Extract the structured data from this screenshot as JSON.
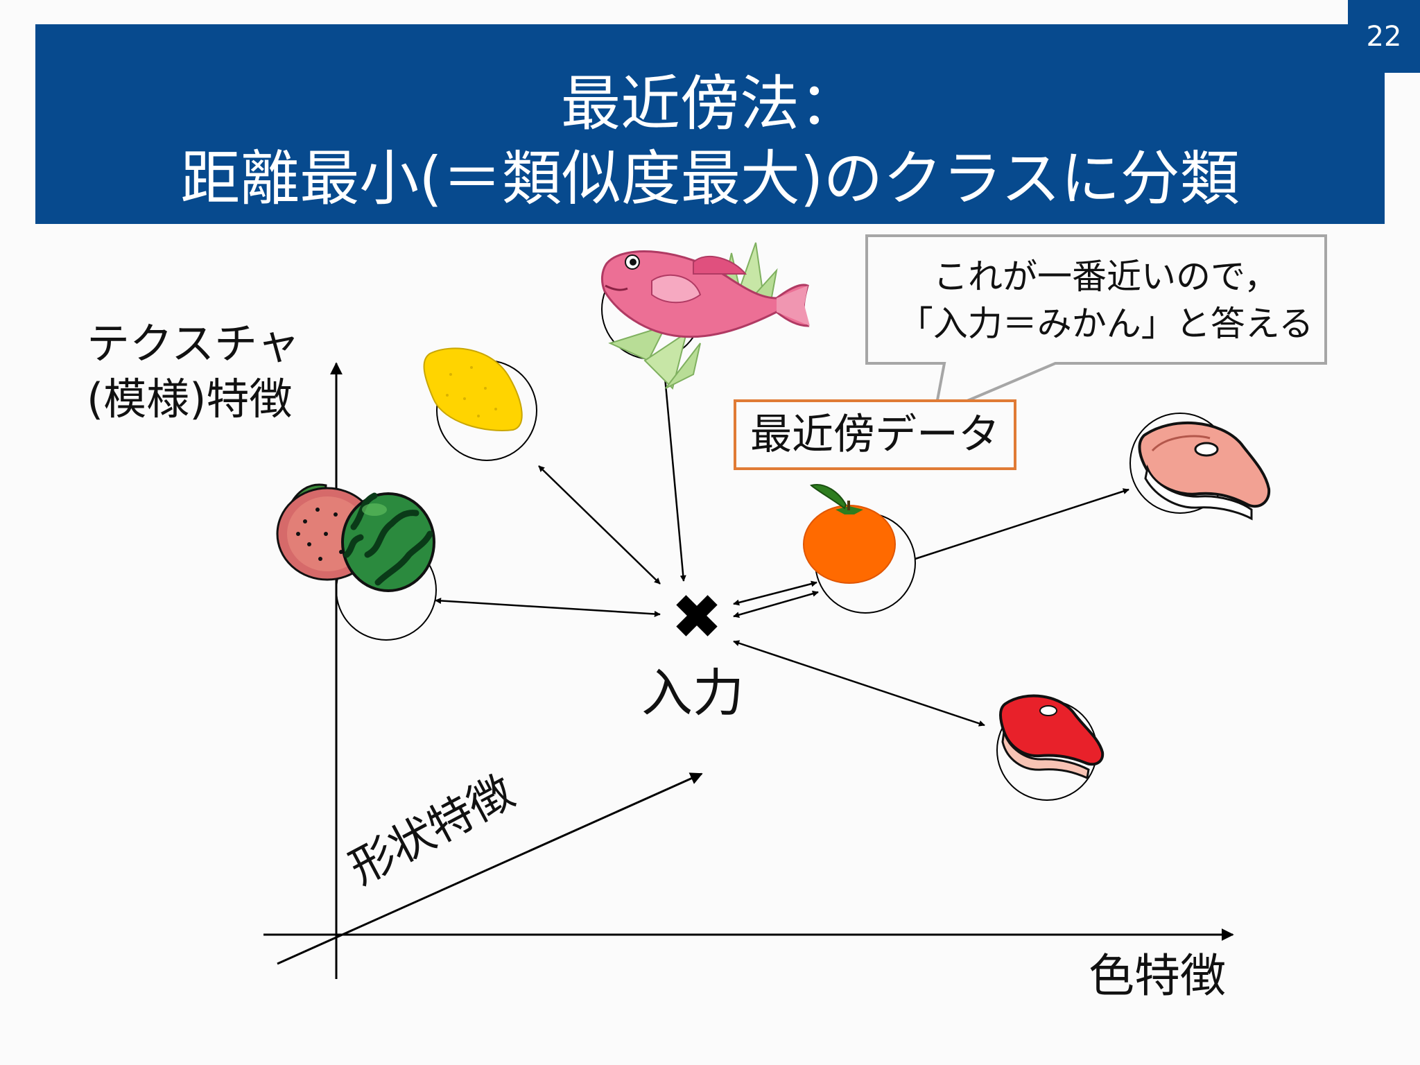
{
  "slide": {
    "page_number": "22",
    "title_line1": "最近傍法：",
    "title_line2": "距離最小(＝類似度最大)のクラスに分類"
  },
  "axes": {
    "y_label_line1": "テクスチャ",
    "y_label_line2": "(模様)特徴",
    "x_label": "色特徴",
    "z_label": "形状特徴"
  },
  "input_label": "入力",
  "nearest_label": "最近傍データ",
  "callout": {
    "line1": "これが一番近いので，",
    "line2": "「入力＝みかん」と答える"
  },
  "items": [
    {
      "name": "watermelon",
      "icon": "watermelon-icon"
    },
    {
      "name": "lemon",
      "icon": "lemon-icon"
    },
    {
      "name": "sea bream",
      "icon": "fish-icon"
    },
    {
      "name": "mandarin orange",
      "icon": "orange-icon"
    },
    {
      "name": "raw steak",
      "icon": "raw-steak-icon"
    },
    {
      "name": "red meat",
      "icon": "red-meat-icon"
    }
  ],
  "colors": {
    "header": "#074a8e",
    "nearest_border": "#e07b35",
    "callout_border": "#a6a6a6"
  }
}
